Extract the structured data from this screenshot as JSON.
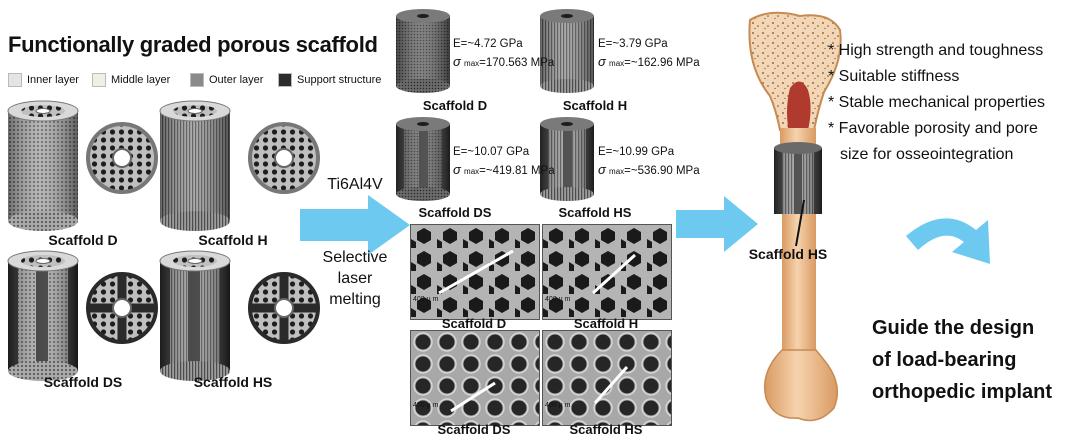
{
  "title": "Functionally graded porous scaffold",
  "legend": [
    {
      "label": "Inner layer",
      "color": "#e4e4e4"
    },
    {
      "label": "Middle layer",
      "color": "#eef0e2"
    },
    {
      "label": "Outer layer",
      "color": "#8a8a8a"
    },
    {
      "label": "Support structure",
      "color": "#2c2c2c"
    }
  ],
  "designs": [
    "Scaffold D",
    "Scaffold H",
    "Scaffold DS",
    "Scaffold HS"
  ],
  "process": {
    "material": "Ti6Al4V",
    "method_line1": "Selective",
    "method_line2": "laser",
    "method_line3": "melting"
  },
  "fabricated": [
    {
      "name": "Scaffold D",
      "E": "E=~4.72 GPa",
      "sigma_symbol": "σ",
      "sigma_sub": "max",
      "sigma_value": "=170.563 MPa"
    },
    {
      "name": "Scaffold H",
      "E": "E=~3.79 GPa",
      "sigma_symbol": "σ",
      "sigma_sub": "max",
      "sigma_value": "=~162.96 MPa"
    },
    {
      "name": "Scaffold DS",
      "E": "E=~10.07 GPa",
      "sigma_symbol": "σ",
      "sigma_sub": "max",
      "sigma_value": "=~419.81 MPa"
    },
    {
      "name": "Scaffold HS",
      "E": "E=~10.99 GPa",
      "sigma_symbol": "σ",
      "sigma_sub": "max",
      "sigma_value": "=~536.90 MPa"
    }
  ],
  "sem": [
    {
      "caption": "Scaffold D",
      "scale": "400 μ m"
    },
    {
      "caption": "Scaffold H",
      "scale": "400 μ m"
    },
    {
      "caption": "Scaffold DS",
      "scale": "400 μ m"
    },
    {
      "caption": "Scaffold HS",
      "scale": "400 μ m"
    }
  ],
  "implant_label": "Scaffold HS",
  "features": [
    "* High strength and toughness",
    "* Suitable stiffness",
    "* Stable mechanical properties",
    "* Favorable porosity and pore",
    "size for osseointegration"
  ],
  "conclusion": [
    "Guide the design",
    "of load-bearing",
    "orthopedic implant"
  ],
  "colors": {
    "arrow": "#6ec9f1",
    "bone": "#f1c79e",
    "bone_dark": "#d99a62",
    "marrow": "#c0392b",
    "scaffold_dark": "#3a3a3a",
    "scaffold_light": "#bdbdbd"
  }
}
